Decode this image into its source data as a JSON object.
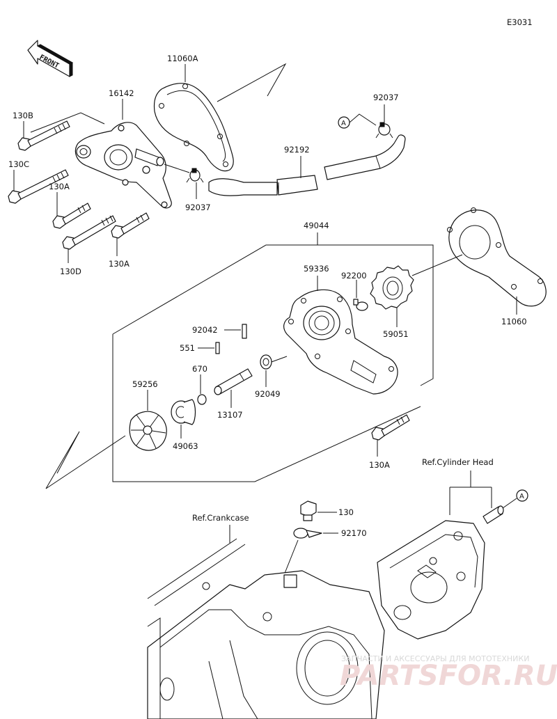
{
  "diagram_code": "E3031",
  "front_label": "FRONT",
  "callout_a": "A",
  "labels": {
    "p11060A": "11060A",
    "p16142": "16142",
    "p130B": "130B",
    "p130C": "130C",
    "p130A_1": "130A",
    "p130D": "130D",
    "p130A_2": "130A",
    "p92037_1": "92037",
    "p92037_2": "92037",
    "p92192": "92192",
    "p49044": "49044",
    "p59336": "59336",
    "p92200": "92200",
    "p11060": "11060",
    "p59051": "59051",
    "p92042": "92042",
    "p551": "551",
    "p670": "670",
    "p13107": "13107",
    "p92049": "92049",
    "p59256": "59256",
    "p49063": "49063",
    "p130A_3": "130A",
    "p130": "130",
    "p92170": "92170",
    "ref_cylinder_head": "Ref.Cylinder Head",
    "ref_crankcase": "Ref.Crankcase"
  },
  "watermark": {
    "line1": "ЗАПЧАСТИ И АКСЕССУАРЫ ДЛЯ МОТОТЕХНИКИ",
    "line2": "PARTSFOR.RU"
  }
}
